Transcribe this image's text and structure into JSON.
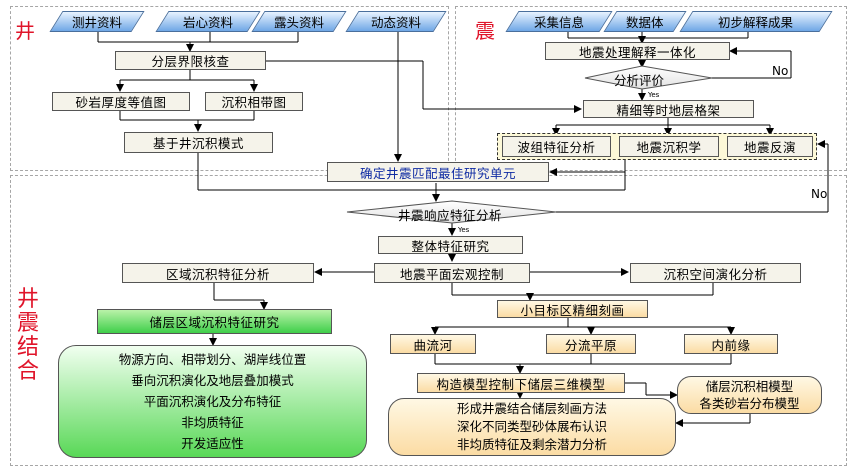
{
  "regions": {
    "well": "井",
    "seismic": "震",
    "combined": "井震结合"
  },
  "well_inputs": [
    "测井资料",
    "岩心资料",
    "露头资料",
    "动态资料"
  ],
  "seismic_inputs": [
    "采集信息",
    "数据体",
    "初步解释成果"
  ],
  "nodes": {
    "layer_check": "分层界限核查",
    "sand_map": "砂岩厚度等值图",
    "facies_map": "沉积相带图",
    "well_model": "基于井沉积模式",
    "seis_process": "地震处理解释一体化",
    "analysis_eval": "分析评价",
    "fine_frame": "精细等时地层格架",
    "wave_analysis": "波组特征分析",
    "seis_sed": "地震沉积学",
    "seis_inv": "地震反演",
    "best_unit": "确定井震匹配最佳研究单元",
    "response": "井震响应特征分析",
    "overall": "整体特征研究",
    "regional_analysis": "区域沉积特征分析",
    "macro_control": "地震平面宏观控制",
    "spatial_evo": "沉积空间演化分析",
    "reservoir_regional": "储层区域沉积特征研究",
    "small_target": "小目标区精细刻画",
    "meander": "曲流河",
    "distributary": "分流平原",
    "front": "内前缘",
    "model_3d": "构造模型控制下储层三维模型",
    "facies_model": [
      "储层沉积相模型",
      "各类砂岩分布模型"
    ],
    "green_results": [
      "物源方向、相带划分、湖岸线位置",
      "垂向沉积演化及地层叠加模式",
      "平面沉积演化及分布特征",
      "非均质特征",
      "开发适应性"
    ],
    "orange_results": [
      "形成井震结合储层刻画方法",
      "深化不同类型砂体展布认识",
      "非均质特征及剩余潜力分析"
    ]
  },
  "edge_labels": {
    "yes1": "Yes",
    "no1": "No",
    "yes2": "Yes",
    "no2": "No"
  }
}
